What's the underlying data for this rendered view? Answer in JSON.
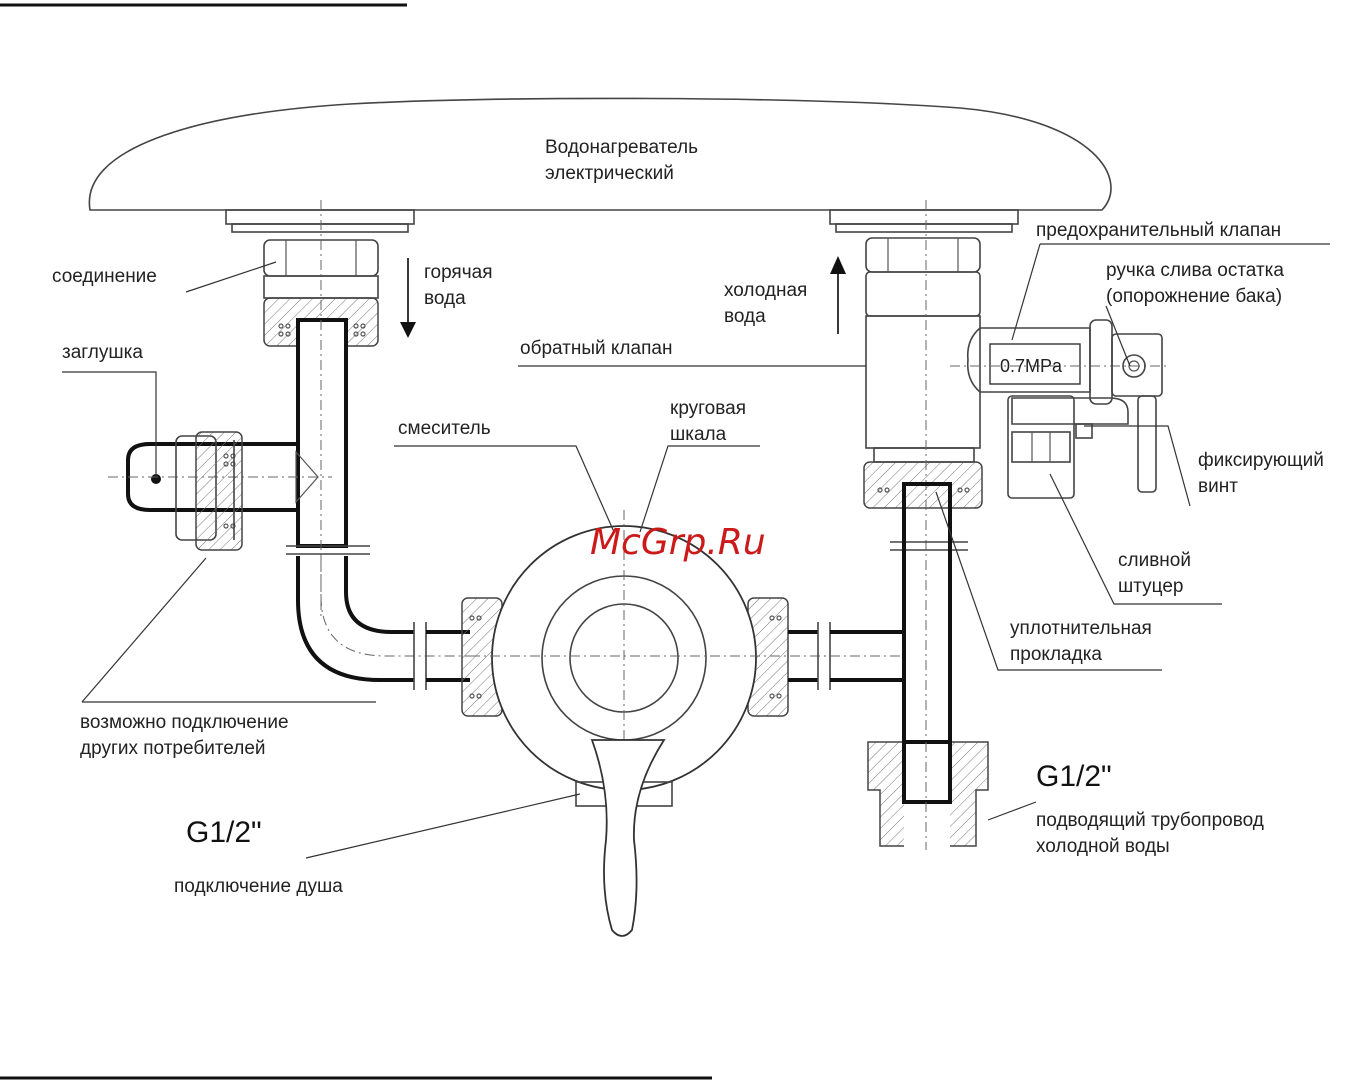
{
  "labels": {
    "heater_line1": "Водонагреватель",
    "heater_line2": "электрический",
    "connection": "соединение",
    "hot_water_line1": "горячая",
    "hot_water_line2": "вода",
    "cold_water_line1": "холодная",
    "cold_water_line2": "вода",
    "safety_valve": "предохранительный клапан",
    "drain_handle_line1": "ручка слива остатка",
    "drain_handle_line2": "(опорожнение бака)",
    "plug": "заглушка",
    "check_valve": "обратный клапан",
    "pressure": "0.7MPa",
    "mixer": "смеситель",
    "dial_line1": "круговая",
    "dial_line2": "шкала",
    "fixing_screw_line1": "фиксирующий",
    "fixing_screw_line2": "винт",
    "drain_fitting_line1": "сливной",
    "drain_fitting_line2": "штуцер",
    "gasket_line1": "уплотнительная",
    "gasket_line2": "прокладка",
    "other_consumers_line1": "возможно подключение",
    "other_consumers_line2": "других потребителей",
    "thread_right": "G1/2\"",
    "cold_supply_line1": "подводящий трубопровод",
    "cold_supply_line2": "холодной воды",
    "thread_left": "G1/2\"",
    "shower_connection": "подключение душа"
  },
  "watermark": "McGrp.Ru",
  "colors": {
    "ink": "#111111",
    "watermark": "#cc1a1a",
    "background": "#ffffff"
  }
}
